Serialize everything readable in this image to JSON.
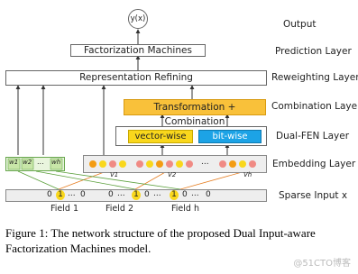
{
  "diagram": {
    "output_node": "y(x)",
    "boxes": {
      "prediction": "Factorization Machines",
      "reweighting": "Representation Refining",
      "combination": "Transformation + Combination",
      "vector_wise": "vector-wise",
      "bit_wise": "bit-wise"
    },
    "layers": [
      "Output",
      "Prediction Layer",
      "Reweighting Layer",
      "Combination Layer",
      "Dual-FEN Layer",
      "Embedding Layer",
      "Sparse Input x"
    ],
    "embedding": {
      "weights": [
        "w1",
        "w2",
        "...",
        "wh"
      ],
      "vectors": [
        "V1",
        "V2",
        "...",
        "Vh"
      ]
    },
    "sparse_input": {
      "fields": [
        "Field 1",
        "Field 2",
        "Field h"
      ],
      "values": [
        "0",
        "1",
        "...",
        "0",
        "0",
        "1",
        "...",
        "0",
        "...",
        "1",
        "0",
        "...",
        "0"
      ]
    },
    "colors": {
      "orange": "#f39c12",
      "yellow": "#f9d71c",
      "blue": "#1ca3e6",
      "pink": "#f08a84",
      "green": "#c8e6a8"
    }
  },
  "caption": {
    "line1": "Figure 1: The network structure of the proposed Dual Input-aware",
    "line2": "Factorization Machines model."
  },
  "watermark": "@51CTO博客"
}
